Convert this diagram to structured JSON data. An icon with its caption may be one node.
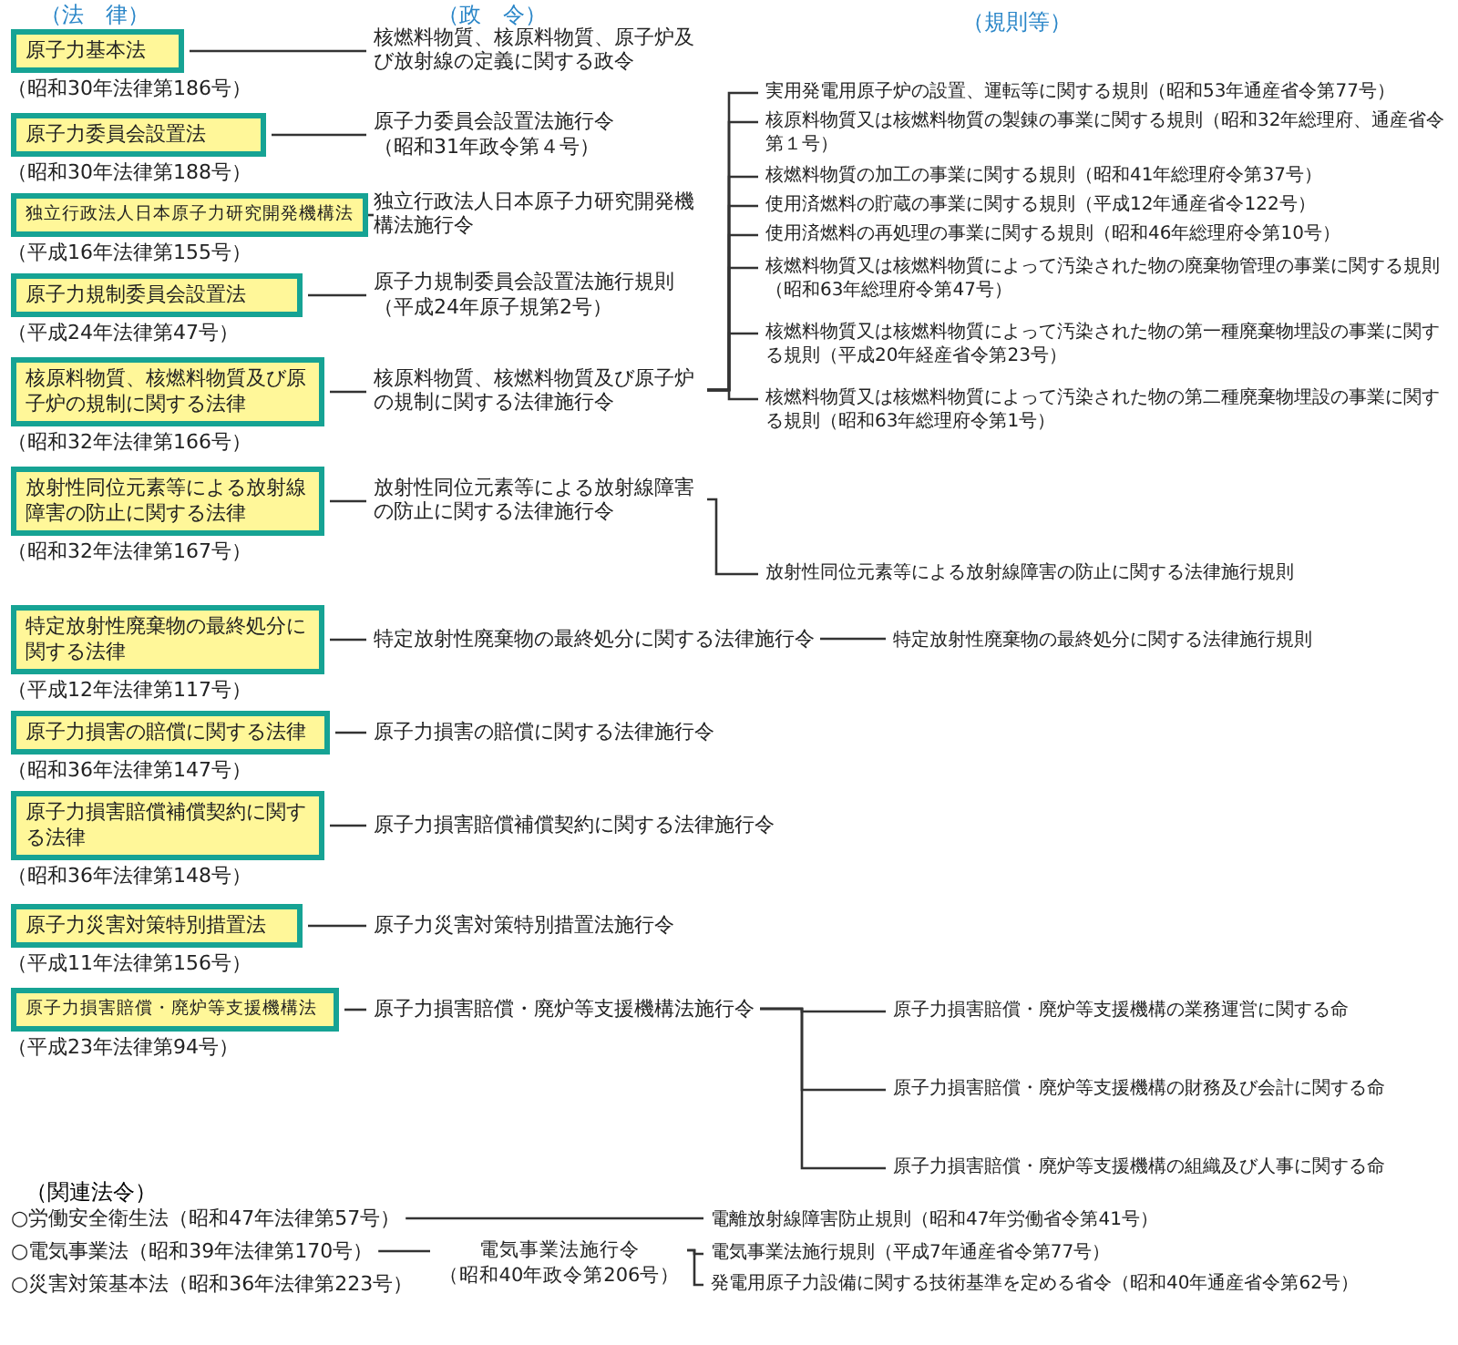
{
  "diagram": {
    "nodes": [
      {
        "text": [
          "原子力基本法"
        ],
        "beside": [
          "（昭和30年法律第186号）"
        ]
      },
      {
        "text": [
          "核燃料物質、核原料物質、原子炉及び放射線の定義に関する政令"
        ]
      },
      {
        "text": [
          "原子力委員会設置法"
        ],
        "beside": [
          "（昭和30年法律第188号）"
        ]
      },
      {
        "text": [
          "原子力委員会設置法施行令",
          "（昭和31年政令第４号）"
        ]
      },
      {
        "text": [
          "独立行政法人日本原子力研究開発機構法"
        ],
        "beside": [
          "（平成16年法律第155号）"
        ]
      },
      {
        "text": [
          "独立行政法人日本原子力研究開発機構法施行令"
        ]
      },
      {
        "text": [
          "原子力規制委員会設置法"
        ],
        "beside": [
          "（平成24年法律第47号）"
        ]
      },
      {
        "text": [
          "原子力規制委員会設置法施行規則",
          "（平成24年原子規第2号）"
        ]
      },
      {
        "text": [
          "核原料物質、核燃料物質及び原子炉の規制に関する法律"
        ],
        "beside": [
          "（昭和32年法律第166号）"
        ]
      },
      {
        "text": [
          "核原料物質、核燃料物質及び原子炉の規制に関する法律施行令"
        ]
      },
      {
        "text": [
          "実用発電用原子炉の設置、運転等に関する規則（昭和53年通産省令第77号）"
        ]
      },
      {
        "text": [
          "核原料物質又は核燃料物質の製錬の事業に関する規則（昭和32年総理府、通産省令第１号）"
        ]
      },
      {
        "text": [
          "核燃料物質の加工の事業に関する規則（昭和41年総理府令第37号）"
        ]
      },
      {
        "text": [
          "使用済燃料の貯蔵の事業に関する規則（平成12年通産省令122号）"
        ]
      },
      {
        "text": [
          "使用済燃料の再処理の事業に関する規則（昭和46年総理府令第10号）"
        ]
      },
      {
        "text": [
          "核燃料物質又は核燃料物質によって汚染された物の廃棄物管理の事業に関する規則（昭和63年総理府令第47号）"
        ]
      },
      {
        "text": [
          "核燃料物質又は核燃料物質によって汚染された物の第一種廃棄物埋設の事業に関する規則（平成20年経産省令第23号）"
        ]
      },
      {
        "text": [
          "核燃料物質又は核燃料物質によって汚染された物の第二種廃棄物埋設の事業に関する規則（昭和63年総理府令第1号）"
        ]
      },
      {
        "text": [
          "放射性同位元素等による放射線障害の防止に関する法律"
        ],
        "beside": [
          "（昭和32年法律第167号）"
        ]
      },
      {
        "text": [
          "放射性同位元素等による放射線障害の防止に関する法律施行令"
        ]
      },
      {
        "text": [
          "放射性同位元素等による放射線障害の防止に関する法律施行規則"
        ]
      },
      {
        "text": [
          "特定放射性廃棄物の最終処分に関する法律"
        ],
        "beside": [
          "（平成12年法律第117号）"
        ]
      },
      {
        "text": [
          "特定放射性廃棄物の最終処分に関する法律施行令"
        ]
      },
      {
        "text": [
          "特定放射性廃棄物の最終処分に関する法律施行規則"
        ]
      },
      {
        "text": [
          "原子力損害の賠償に関する法律"
        ],
        "beside": [
          "（昭和36年法律第147号）"
        ]
      },
      {
        "text": [
          "原子力損害の賠償に関する法律施行令"
        ]
      },
      {
        "text": [
          "原子力損害賠償補償契約に関する法律"
        ],
        "beside": [
          "（昭和36年法律第148号）"
        ]
      },
      {
        "text": [
          "原子力損害賠償補償契約に関する法律施行令"
        ]
      },
      {
        "text": [
          "原子力災害対策特別措置法"
        ],
        "beside": [
          "（平成11年法律第156号）"
        ]
      },
      {
        "text": [
          "原子力災害対策特別措置法施行令"
        ]
      },
      {
        "text": [
          "原子力損害賠償・廃炉等支援機構法"
        ],
        "beside": [
          "（平成23年法律第94号）"
        ]
      },
      {
        "text": [
          "原子力損害賠償・廃炉等支援機構法施行令"
        ]
      },
      {
        "text": [
          "原子力損害賠償・廃炉等支援機構の業務運営に関する命"
        ]
      },
      {
        "text": [
          "原子力損害賠償・廃炉等支援機構の財務及び会計に関する命"
        ]
      },
      {
        "text": [
          "原子力損害賠償・廃炉等支援機構の組織及び人事に関する命"
        ]
      },
      {
        "text": [
          "○労働安全衛生法（昭和47年法律第57号）"
        ]
      },
      {
        "text": [
          "○電気事業法（昭和39年法律第170号）"
        ]
      },
      {
        "text": [
          "○災害対策基本法（昭和36年法律第223号）"
        ]
      },
      {
        "text": [
          "電気事業法施行令",
          "（昭和40年政令第206号）"
        ]
      },
      {
        "text": [
          "電離放射線障害防止規則（昭和47年労働省令第41号）"
        ]
      },
      {
        "text": [
          "電気事業法施行規則（平成7年通産省令第77号）"
        ]
      },
      {
        "text": [
          "発電用原子力設備に関する技術基準を定める省令（昭和40年通産省令第62号）"
        ]
      }
    ],
    "edges": [
      {
        "from": 0,
        "to": 1,
        "arrow": "none"
      },
      {
        "from": 2,
        "to": 3,
        "arrow": "none"
      },
      {
        "from": 4,
        "to": 5,
        "arrow": "none"
      },
      {
        "from": 6,
        "to": 7,
        "arrow": "none"
      },
      {
        "from": 8,
        "to": 9,
        "arrow": "none"
      },
      {
        "from": 9,
        "to": 10,
        "arrow": "none"
      },
      {
        "from": 9,
        "to": 11,
        "arrow": "none"
      },
      {
        "from": 9,
        "to": 12,
        "arrow": "none"
      },
      {
        "from": 9,
        "to": 13,
        "arrow": "none"
      },
      {
        "from": 9,
        "to": 14,
        "arrow": "none"
      },
      {
        "from": 9,
        "to": 15,
        "arrow": "none"
      },
      {
        "from": 9,
        "to": 16,
        "arrow": "none"
      },
      {
        "from": 9,
        "to": 17,
        "arrow": "none"
      },
      {
        "from": 18,
        "to": 19,
        "arrow": "none"
      },
      {
        "from": 19,
        "to": 20,
        "arrow": "none"
      },
      {
        "from": 21,
        "to": 22,
        "arrow": "none"
      },
      {
        "from": 22,
        "to": 23,
        "arrow": "none"
      },
      {
        "from": 24,
        "to": 25,
        "arrow": "none"
      },
      {
        "from": 26,
        "to": 27,
        "arrow": "none"
      },
      {
        "from": 28,
        "to": 29,
        "arrow": "none"
      },
      {
        "from": 30,
        "to": 31,
        "arrow": "none"
      },
      {
        "from": 31,
        "to": 32,
        "arrow": "none"
      },
      {
        "from": 31,
        "to": 33,
        "arrow": "none"
      },
      {
        "from": 31,
        "to": 34,
        "arrow": "none"
      },
      {
        "from": 35,
        "to": 39,
        "arrow": "none"
      },
      {
        "from": 36,
        "to": 38,
        "arrow": "none"
      },
      {
        "from": 38,
        "to": 40,
        "arrow": "none"
      },
      {
        "from": 38,
        "to": 41,
        "arrow": "none"
      }
    ],
    "labels": [
      "（法　律）",
      "（政　令）",
      "（規則等）",
      "（関連法令）"
    ]
  }
}
